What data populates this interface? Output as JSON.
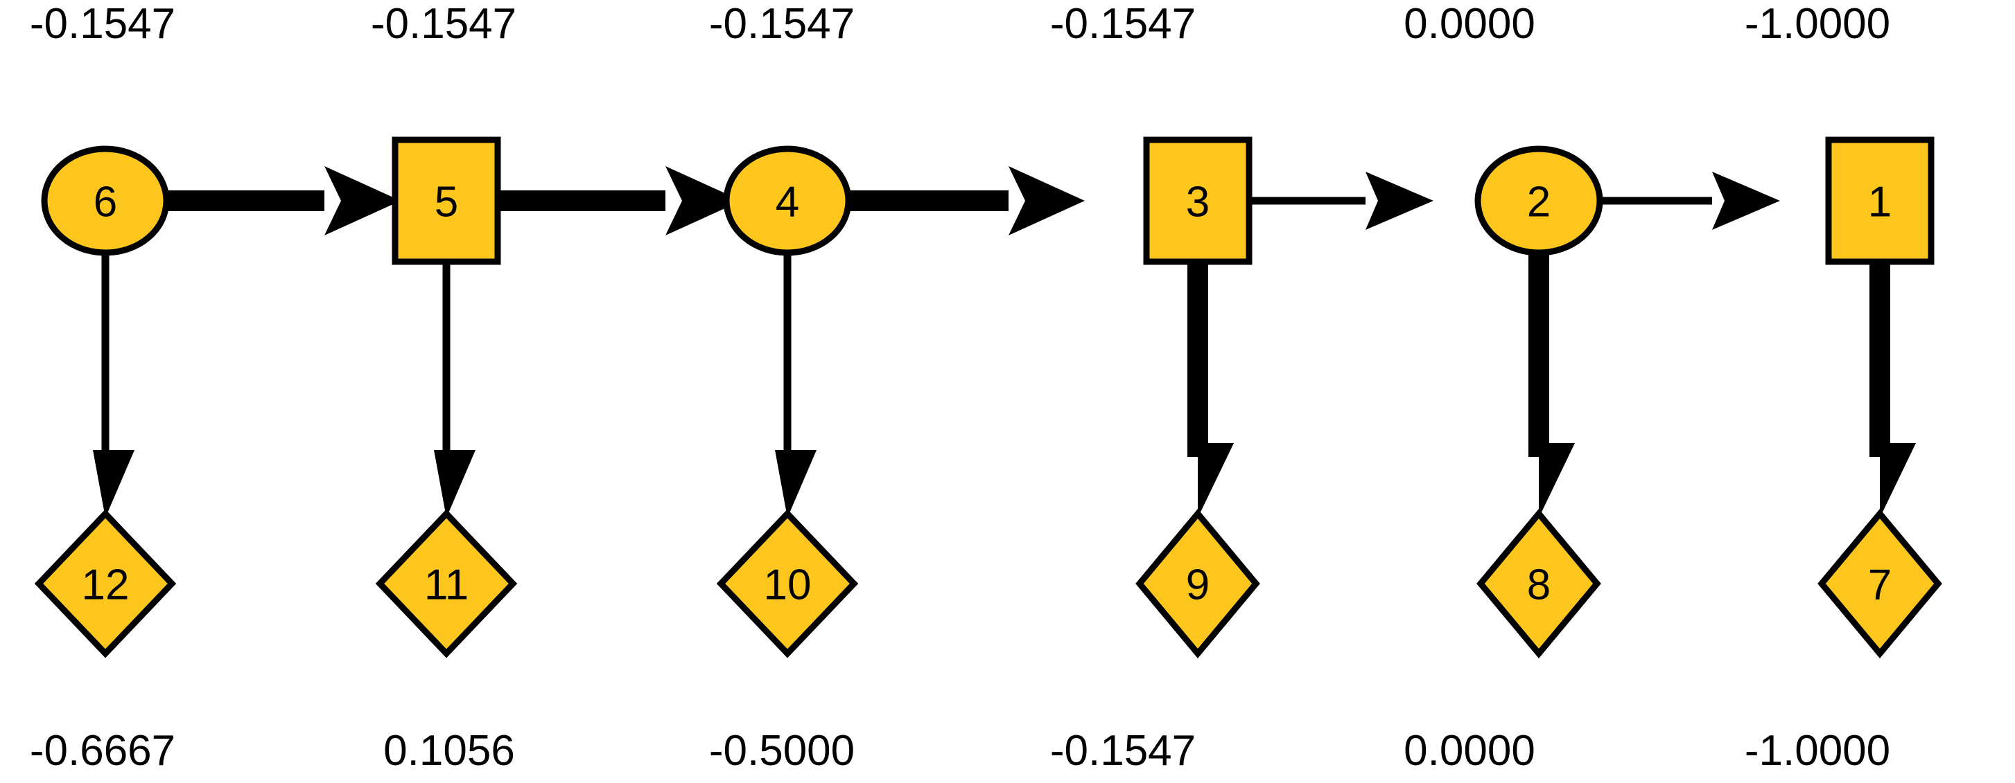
{
  "diagram": {
    "title": "Directed graph with node value annotations",
    "background_color": "#FFFFFF",
    "node_fill_color": "#FFC61E",
    "node_stroke_color": "#000000",
    "edge_color": "#000000",
    "columns": 6,
    "rows": 2
  },
  "top_labels": [
    {
      "text": "-0.1547"
    },
    {
      "text": "-0.1547"
    },
    {
      "text": "-0.1547"
    },
    {
      "text": "-0.1547"
    },
    {
      "text": "0.0000"
    },
    {
      "text": "-1.0000"
    }
  ],
  "bottom_labels": [
    {
      "text": "-0.6667"
    },
    {
      "text": "0.1056"
    },
    {
      "text": "-0.5000"
    },
    {
      "text": "-0.1547"
    },
    {
      "text": "0.0000"
    },
    {
      "text": "-1.0000"
    }
  ],
  "top_nodes": [
    {
      "id": "6",
      "label": "6",
      "shape": "circle"
    },
    {
      "id": "5",
      "label": "5",
      "shape": "square"
    },
    {
      "id": "4",
      "label": "4",
      "shape": "circle"
    },
    {
      "id": "3",
      "label": "3",
      "shape": "square"
    },
    {
      "id": "2",
      "label": "2",
      "shape": "circle"
    },
    {
      "id": "1",
      "label": "1",
      "shape": "square"
    }
  ],
  "bottom_nodes": [
    {
      "id": "12",
      "label": "12",
      "shape": "diamond"
    },
    {
      "id": "11",
      "label": "11",
      "shape": "diamond"
    },
    {
      "id": "10",
      "label": "10",
      "shape": "diamond"
    },
    {
      "id": "9",
      "label": "9",
      "shape": "diamond"
    },
    {
      "id": "8",
      "label": "8",
      "shape": "diamond"
    },
    {
      "id": "7",
      "label": "7",
      "shape": "diamond"
    }
  ],
  "horizontal_edges": [
    {
      "from": "6",
      "to": "5",
      "weight": "thick"
    },
    {
      "from": "5",
      "to": "4",
      "weight": "thick"
    },
    {
      "from": "4",
      "to": "3",
      "weight": "thick"
    },
    {
      "from": "3",
      "to": "2",
      "weight": "thin"
    },
    {
      "from": "2",
      "to": "1",
      "weight": "thin"
    }
  ],
  "vertical_edges": [
    {
      "from": "6",
      "to": "12",
      "weight": "thin"
    },
    {
      "from": "5",
      "to": "11",
      "weight": "thin"
    },
    {
      "from": "4",
      "to": "10",
      "weight": "thin"
    },
    {
      "from": "3",
      "to": "9",
      "weight": "thick"
    },
    {
      "from": "2",
      "to": "8",
      "weight": "thick"
    },
    {
      "from": "1",
      "to": "7",
      "weight": "thick"
    }
  ]
}
